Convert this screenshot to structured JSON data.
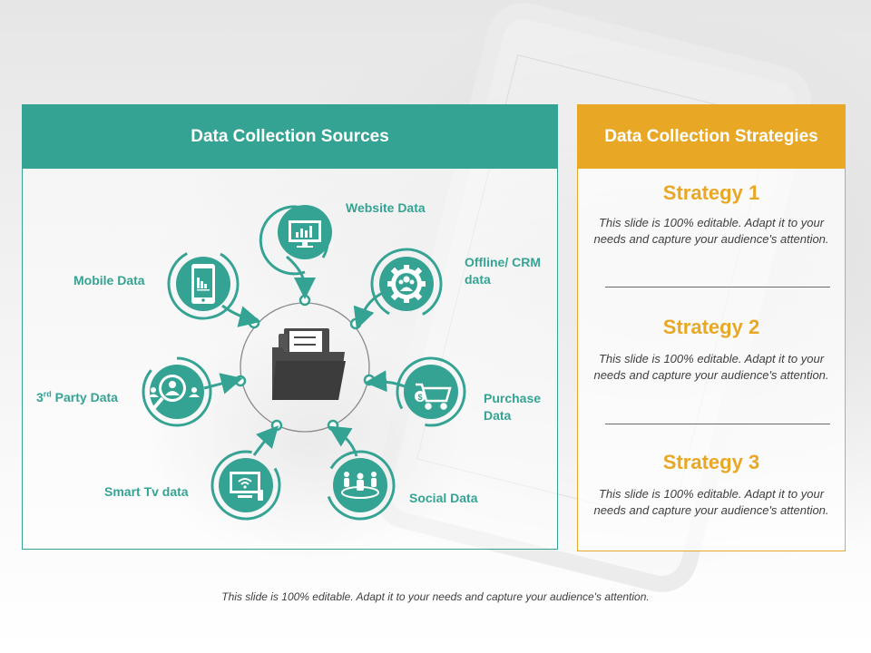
{
  "sources": {
    "header": "Data Collection Sources",
    "center_icon": "folder-documents-icon",
    "items": [
      {
        "label": "Website Data",
        "icon": "monitor-chart-icon"
      },
      {
        "label": "Offline/ CRM",
        "label2": "data",
        "icon": "gear-people-icon"
      },
      {
        "label": "Purchase",
        "label2": "Data",
        "icon": "shopping-cart-icon"
      },
      {
        "label": "Social Data",
        "icon": "social-network-icon"
      },
      {
        "label": "Smart Tv data",
        "icon": "smart-tv-icon"
      },
      {
        "label_prefix": "3",
        "label_sup": "rd",
        "label": " Party Data",
        "icon": "magnifier-people-icon"
      },
      {
        "label": "Mobile Data",
        "icon": "mobile-chart-icon"
      }
    ]
  },
  "strategies": {
    "header": "Data Collection Strategies",
    "items": [
      {
        "title": "Strategy 1",
        "text": "This slide is 100% editable.  Adapt it to your needs and capture your audience's attention."
      },
      {
        "title": "Strategy 2",
        "text": "This slide is 100% editable.  Adapt it to your needs and capture your audience's attention."
      },
      {
        "title": "Strategy 3",
        "text": "This slide is 100% editable.  Adapt it to your needs and capture your audience's attention."
      }
    ]
  },
  "footer": "This slide is 100% editable. Adapt it to your needs and capture your audience's attention.",
  "colors": {
    "teal": "#35a393",
    "gold": "#e8a825",
    "dark": "#404040"
  }
}
